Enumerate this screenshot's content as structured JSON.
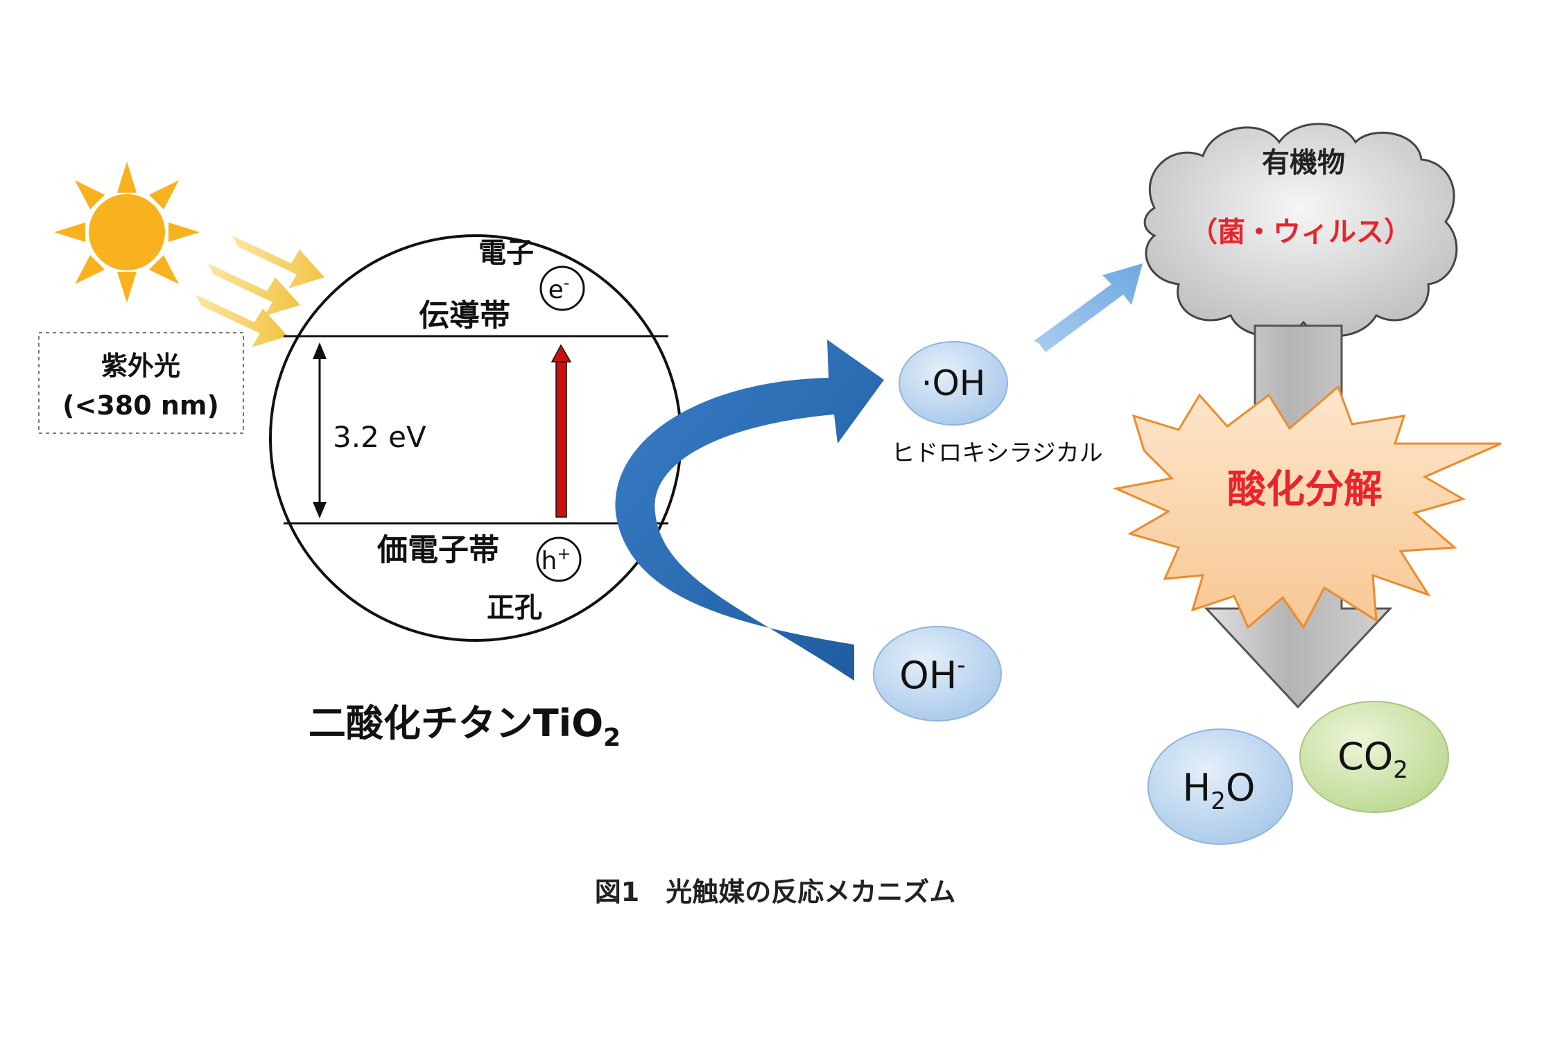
{
  "uv_light": {
    "label": "紫外光",
    "wavelength": "(<380 nm)"
  },
  "tio2": {
    "electron_label": "電子",
    "electron_symbol": "e",
    "electron_sup": "-",
    "conduction_band": "伝導帯",
    "band_gap": "3.2 eV",
    "valence_band": "価電子帯",
    "hole_symbol": "h",
    "hole_sup": "+",
    "hole_label": "正孔",
    "name": "二酸化チタンTiO",
    "name_sub": "2"
  },
  "radical": {
    "symbol": "·OH",
    "label": "ヒドロキシラジカル"
  },
  "hydroxide": {
    "symbol": "OH",
    "sup": "-"
  },
  "organic": {
    "label": "有機物",
    "sub_label": "（菌・ウィルス）"
  },
  "decomposition": {
    "label": "酸化分解"
  },
  "products": {
    "water_main": "H",
    "water_sub": "2",
    "water_tail": "O",
    "co2_main": "CO",
    "co2_sub": "2"
  },
  "caption": "図1　光触媒の反応メカニズム",
  "colors": {
    "sun": "#f7b21e",
    "light_rays": "#f5cc55",
    "red_text": "#e8242c",
    "excitation_arrow": "#cc1010",
    "big_arrow": "#2a6db3",
    "small_arrow": "#8fbde9",
    "bubble_blue": "#bcd6ef",
    "bubble_green": "#cfe3a7",
    "burst_fill": "#fcd9b3"
  }
}
